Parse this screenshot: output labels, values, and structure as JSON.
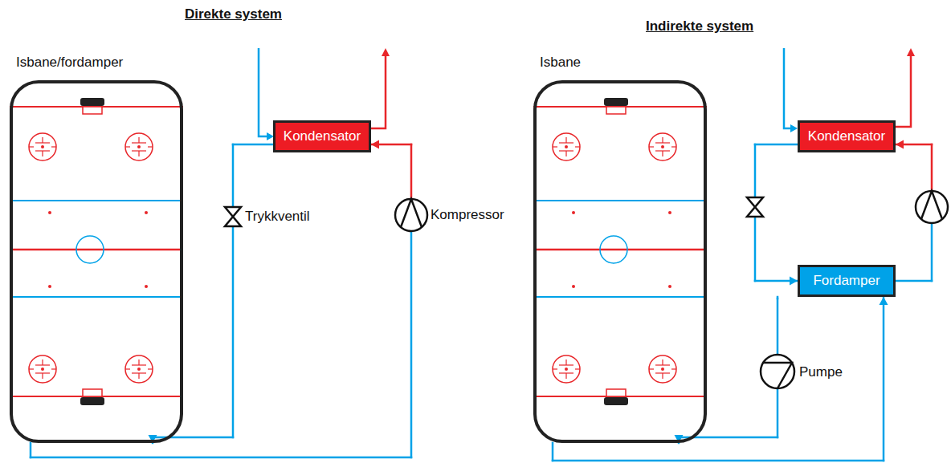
{
  "diagram": {
    "nodes": [
      {
        "text": [
          "Isbane/fordamper"
        ]
      },
      {
        "text": [
          "Kondensator"
        ]
      },
      {
        "text": [
          "Isbane"
        ]
      },
      {
        "text": [
          "Kondensator"
        ]
      },
      {
        "text": [
          "Fordamper"
        ]
      }
    ],
    "edges": [
      {
        "from": 1,
        "to": 0,
        "arrow": "to"
      },
      {
        "from": 0,
        "to": 1,
        "arrow": "to"
      },
      {
        "from": 3,
        "to": 4,
        "arrow": "to"
      },
      {
        "from": 4,
        "to": 3,
        "arrow": "to"
      },
      {
        "from": 4,
        "to": 2,
        "arrow": "to"
      },
      {
        "from": 2,
        "to": 4,
        "arrow": "to"
      }
    ],
    "labels": [
      "Direkte system",
      "Indirekte system",
      "Trykkventil",
      "Kompressor",
      "Pumpe"
    ]
  }
}
